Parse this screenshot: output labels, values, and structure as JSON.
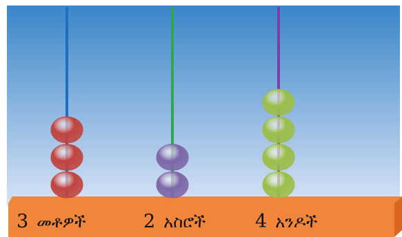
{
  "columns": [
    {
      "count": "3",
      "name": "መቶዎች",
      "rod_color": "#1f6fbf",
      "bead_color": "#c0443f",
      "beads": 3
    },
    {
      "count": "2",
      "name": "አስሮች",
      "rod_color": "#2fa84a",
      "bead_color": "#7d67a8",
      "beads": 2
    },
    {
      "count": "4",
      "name": "አንዶች",
      "rod_color": "#7a3fa8",
      "bead_color": "#9bbe4a",
      "beads": 4
    }
  ],
  "colors": {
    "background_top": "#3a86c8",
    "background_bottom": "#d9e3f6",
    "base": "#f0863c",
    "base_edge": "#d9651f"
  }
}
